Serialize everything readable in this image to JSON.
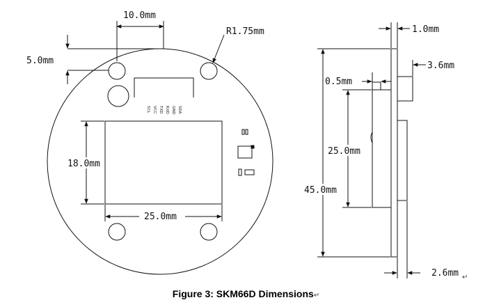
{
  "figure": {
    "caption": "Figure 3: SKM66D Dimensions",
    "return_mark": "↵"
  },
  "front_view": {
    "dim_hole_spacing": "10.0mm",
    "dim_hole_radius": "R1.75mm",
    "dim_hole_offset": "5.0mm",
    "dim_module_height": "18.0mm",
    "dim_module_width": "25.0mm",
    "pin_labels": [
      "SDA",
      "GND",
      "RXD",
      "TXD",
      "VCC",
      "SCL"
    ]
  },
  "side_view": {
    "dim_pcb_thickness": "1.0mm",
    "dim_connector_height": "3.6mm",
    "dim_gap": "0.5mm",
    "dim_module_length": "25.0mm",
    "dim_board_diameter": "45.0mm",
    "dim_component_height": "2.6mm"
  }
}
